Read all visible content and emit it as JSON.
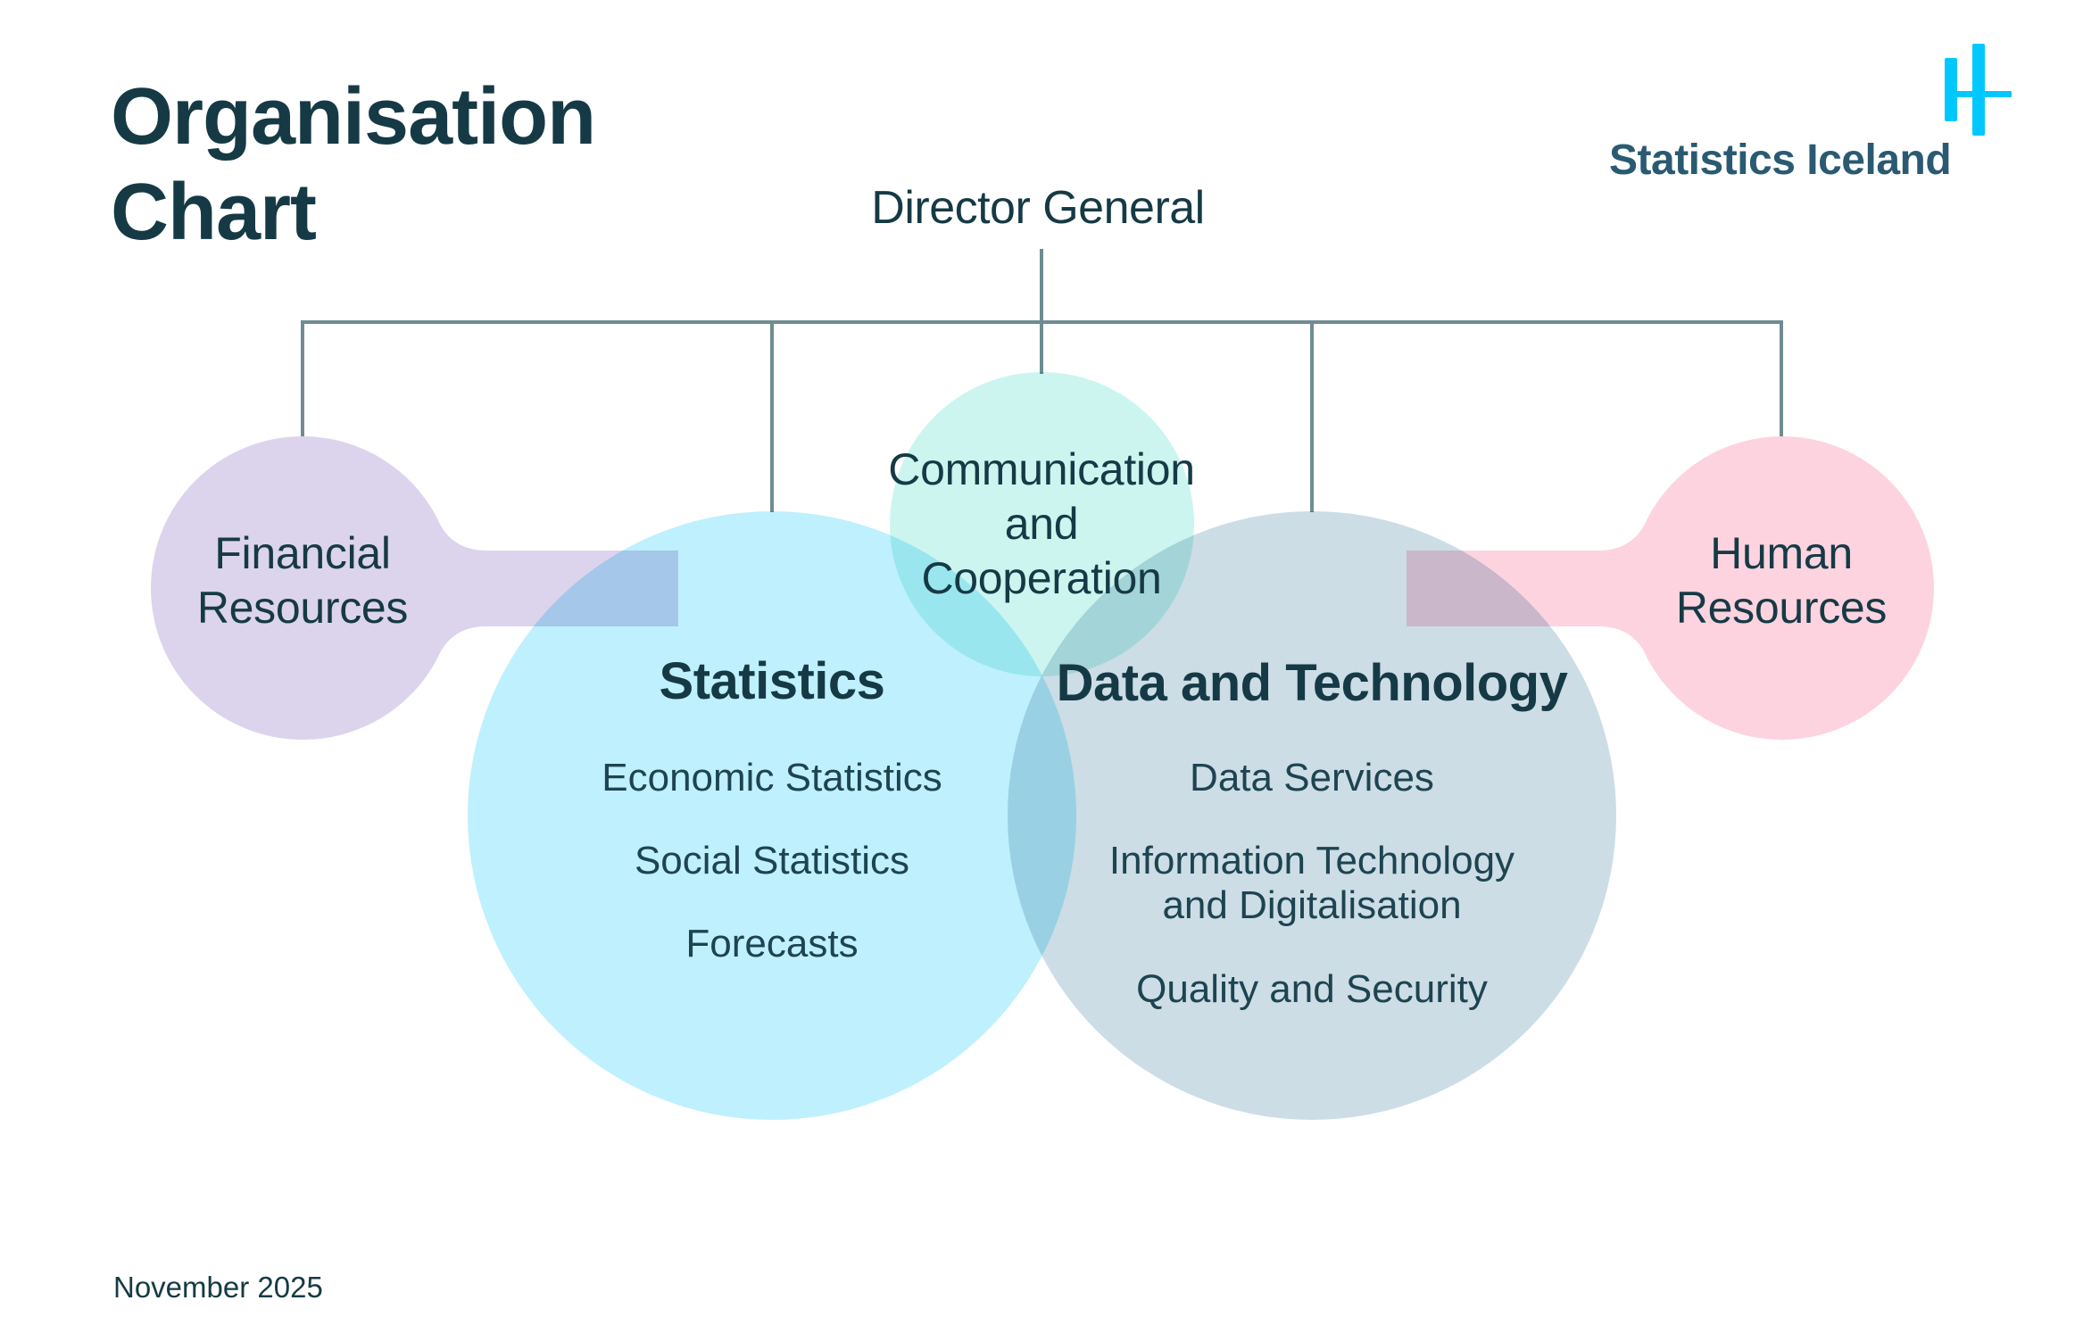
{
  "title": {
    "line1": "Organisation",
    "line2": "Chart"
  },
  "logo": {
    "text": "Statistics Iceland",
    "mark": "statistics-iceland-logo-mark",
    "mark_color": "#00c8ff",
    "text_color": "#2a5a72"
  },
  "director": {
    "label": "Director General"
  },
  "units": {
    "financial": {
      "line1": "Financial",
      "line2": "Resources",
      "color": "#dcd4ec"
    },
    "communication": {
      "line1": "Communication",
      "line2": "and",
      "line3": "Cooperation",
      "color": "#ccf5f0"
    },
    "human": {
      "line1": "Human",
      "line2": "Resources",
      "color": "#fdd3e0"
    }
  },
  "divisions": {
    "statistics": {
      "title": "Statistics",
      "color": "#bff0fd",
      "items": [
        "Economic Statistics",
        "Social Statistics",
        "Forecasts"
      ]
    },
    "data_technology": {
      "title": "Data and Technology",
      "color": "#ccdde6",
      "items": [
        "Data Services",
        "Information Technology",
        "and Digitalisation",
        "Quality and Security"
      ]
    }
  },
  "colors": {
    "text": "#163a45",
    "connector": "#6f8c92"
  },
  "footer": {
    "date": "November 2025"
  }
}
